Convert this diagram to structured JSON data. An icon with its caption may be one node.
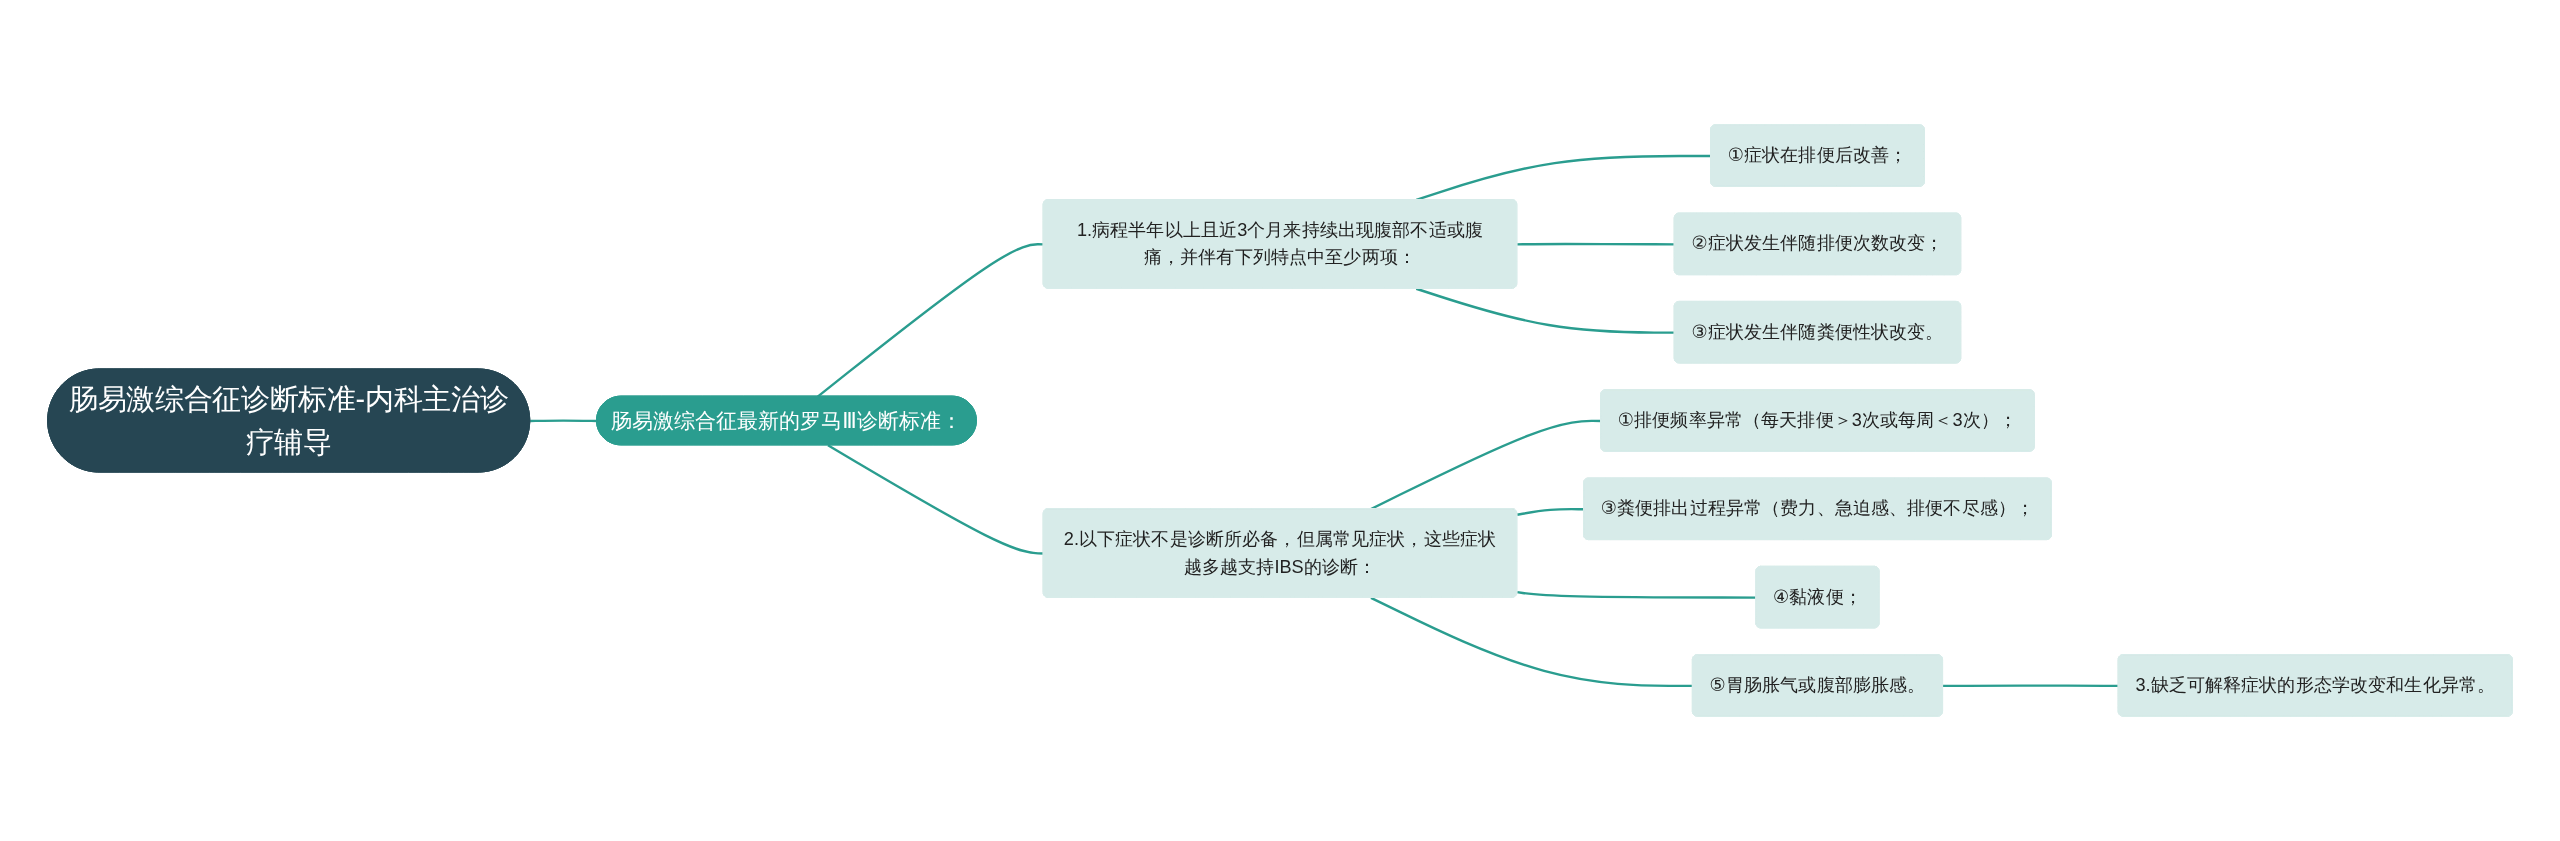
{
  "diagram": {
    "nodes": [
      {
        "text": [
          "肠易激综合征诊断标准-内科主治诊疗辅导"
        ]
      },
      {
        "text": [
          "肠易激综合征最新的罗马Ⅲ诊断标准："
        ]
      },
      {
        "text": [
          "1.病程半年以上且近3个月来持续出现腹部不适或腹痛，并伴有下列特点中至少两项："
        ]
      },
      {
        "text": [
          "①症状在排便后改善；"
        ]
      },
      {
        "text": [
          "②症状发生伴随排便次数改变；"
        ]
      },
      {
        "text": [
          "③症状发生伴随粪便性状改变。"
        ]
      },
      {
        "text": [
          "2.以下症状不是诊断所必备，但属常见症状，这些症状越多越支持IBS的诊断："
        ]
      },
      {
        "text": [
          "①排便频率异常（每天排便＞3次或每周＜3次）；"
        ]
      },
      {
        "text": [
          "③粪便排出过程异常（费力、急迫感、排便不尽感）；"
        ]
      },
      {
        "text": [
          "④黏液便；"
        ]
      },
      {
        "text": [
          "⑤胃肠胀气或腹部膨胀感。"
        ]
      },
      {
        "text": [
          "3.缺乏可解释症状的形态学改变和生化异常。"
        ]
      }
    ],
    "edges": [
      {
        "from": 0,
        "to": 1,
        "arrow": "none"
      },
      {
        "from": 1,
        "to": 2,
        "arrow": "none"
      },
      {
        "from": 1,
        "to": 6,
        "arrow": "none"
      },
      {
        "from": 2,
        "to": 3,
        "arrow": "none"
      },
      {
        "from": 2,
        "to": 4,
        "arrow": "none"
      },
      {
        "from": 2,
        "to": 5,
        "arrow": "none"
      },
      {
        "from": 6,
        "to": 7,
        "arrow": "none"
      },
      {
        "from": 6,
        "to": 8,
        "arrow": "none"
      },
      {
        "from": 6,
        "to": 9,
        "arrow": "none"
      },
      {
        "from": 6,
        "to": 10,
        "arrow": "none"
      },
      {
        "from": 10,
        "to": 11,
        "arrow": "none"
      }
    ]
  }
}
